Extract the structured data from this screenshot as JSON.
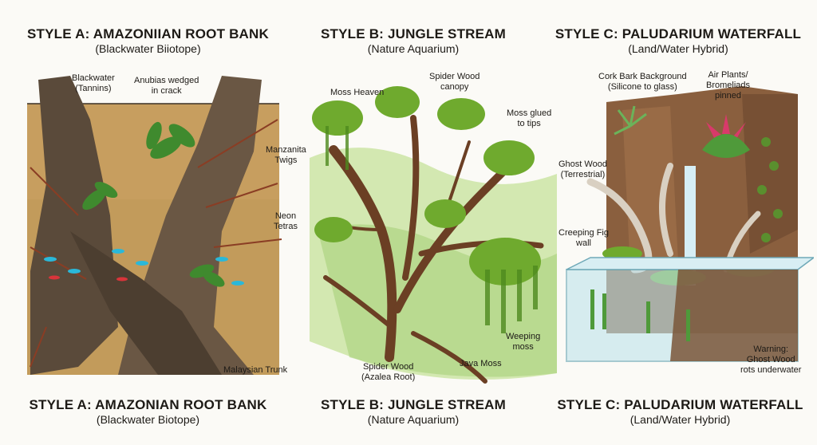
{
  "panels": [
    {
      "top_title": "STYLE A: AMAZONIIAN ROOT BANK",
      "top_subtitle": "(Blackwater Biiotope)",
      "bottom_title": "STYLE A: AMAZONIAN ROOT BANK",
      "bottom_subtitle": "(Blackwater Biotope)",
      "labels": {
        "blackwater": "Blackwater\n(Tannins)",
        "anubias": "Anubias wedged\nin crack",
        "manzanita": "Manzanita\nTwigs",
        "neon": "Neon\nTetras",
        "malaysian": "Malaysian Trunk"
      }
    },
    {
      "top_title": "STYLE B: JUNGLE STREAM",
      "top_subtitle": "(Nature Aquarium)",
      "bottom_title": "STYLE B: JUNGLE STREAM",
      "bottom_subtitle": "(Nature Aquarium)",
      "labels": {
        "moss_heaven": "Moss Heaven",
        "spider_canopy": "Spider Wood\ncanopy",
        "moss_glued": "Moss glued\nto tips",
        "weeping": "Weeping\nmoss",
        "spider_azalea": "Spider Wood\n(Azalea Root)",
        "java": "Java Moss"
      }
    },
    {
      "top_title": "STYLE C: PALUDARIUM WATERFALL",
      "top_subtitle": "(Land/Water Hybrid)",
      "bottom_title": "STYLE C: PALUDARIUM WATERFALL",
      "bottom_subtitle": "(Land/Water Hybrid)",
      "labels": {
        "cork": "Cork Bark Background\n(Silicone to glass)",
        "air_plants": "Air Plants/\nBromeliads\npinned",
        "ghost_wood": "Ghost Wood\n(Terrestrial)",
        "creeping_fig": "Creeping Fig\nwall",
        "warning": "Warning:\nGhost Wood\nrots underwater"
      }
    }
  ],
  "colors": {
    "water_brown": "#b7893f",
    "trunk": "#5a4a3a",
    "moss": "#6faa2e",
    "leaf_light": "#c9e3a0",
    "cork": "#8a5f3e",
    "glass": "#bfe3ec",
    "driftwood": "#d9d0c2",
    "bromeliad": "#d83a6a"
  }
}
